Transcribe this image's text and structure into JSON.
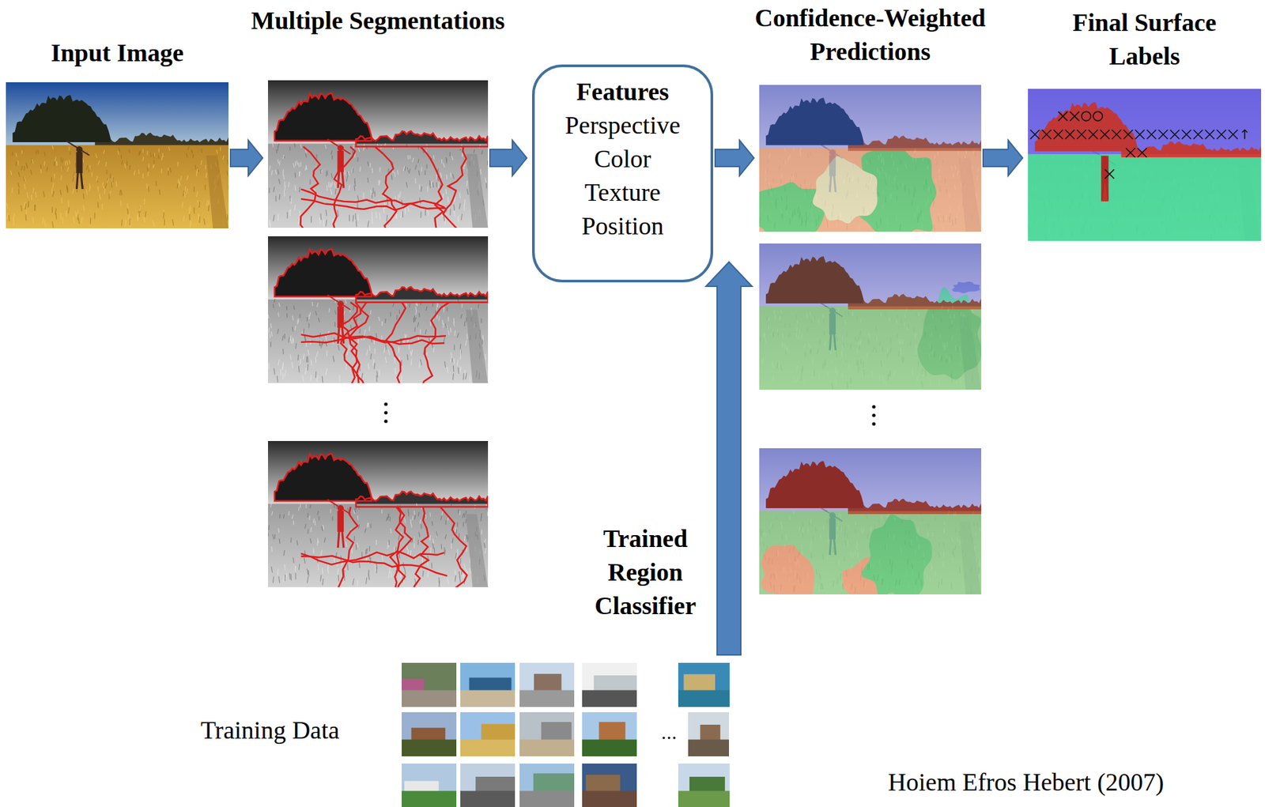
{
  "diagram": {
    "nodes": [
      {
        "text": [
          "Input Image"
        ]
      },
      {
        "text": [
          "Multiple Segmentations"
        ]
      },
      {
        "text": [
          "Features",
          "Perspective",
          "Color",
          "Texture",
          "Position"
        ]
      },
      {
        "text": [
          "Confidence-Weighted Predictions"
        ]
      },
      {
        "text": [
          "Final Surface Labels"
        ]
      },
      {
        "text": [
          "Trained Region Classifier"
        ]
      }
    ],
    "edges": [
      {
        "from": 0,
        "to": 1,
        "arrow": "to"
      },
      {
        "from": 1,
        "to": 2,
        "arrow": "to"
      },
      {
        "from": 2,
        "to": 3,
        "arrow": "to"
      },
      {
        "from": 3,
        "to": 4,
        "arrow": "to"
      },
      {
        "from": 5,
        "to": 2,
        "arrow": "to"
      }
    ],
    "labels": [
      "Training Data",
      "Hoiem Efros Hebert (2007)"
    ]
  }
}
